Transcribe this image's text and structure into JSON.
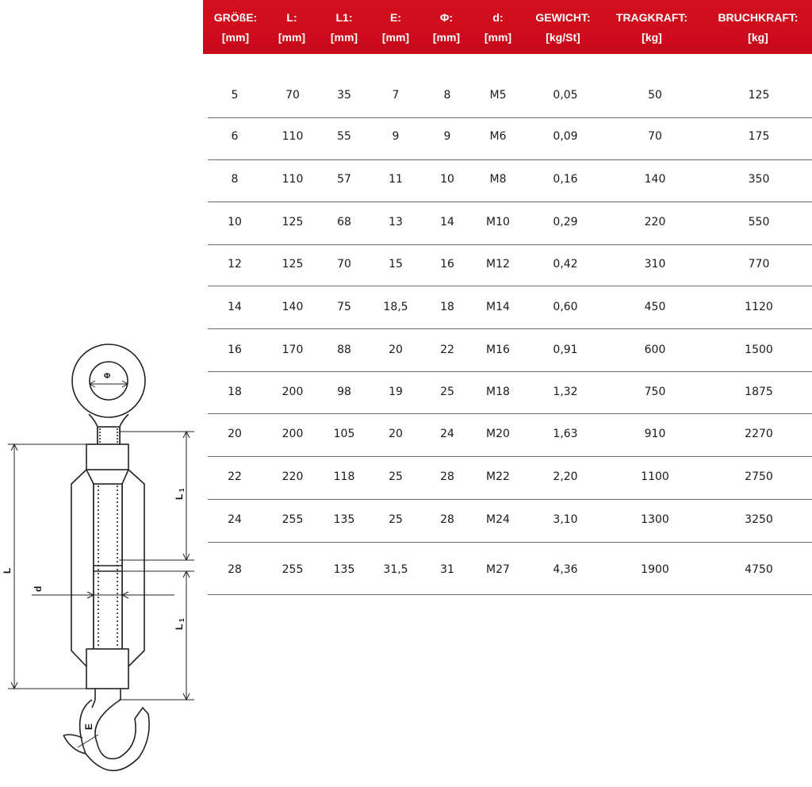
{
  "table": {
    "columns": [
      {
        "key": "groesse",
        "line1": "GRÖßE:",
        "line2": "[mm]"
      },
      {
        "key": "l",
        "line1": "L:",
        "line2": "[mm]"
      },
      {
        "key": "l1",
        "line1": "L1:",
        "line2": "[mm]"
      },
      {
        "key": "e",
        "line1": "E:",
        "line2": "[mm]"
      },
      {
        "key": "phi",
        "line1": "Φ:",
        "line2": "[mm]"
      },
      {
        "key": "d",
        "line1": "d:",
        "line2": "[mm]"
      },
      {
        "key": "gewicht",
        "line1": "GEWICHT:",
        "line2": "[kg/St]"
      },
      {
        "key": "tragkraft",
        "line1": "TRAGKRAFT:",
        "line2": "[kg]"
      },
      {
        "key": "bruchkraft",
        "line1": "BRUCHKRAFT:",
        "line2": "[kg]"
      }
    ],
    "rows": [
      [
        "5",
        "70",
        "35",
        "7",
        "8",
        "M5",
        "0,05",
        "50",
        "125"
      ],
      [
        "6",
        "110",
        "55",
        "9",
        "9",
        "M6",
        "0,09",
        "70",
        "175"
      ],
      [
        "8",
        "110",
        "57",
        "11",
        "10",
        "M8",
        "0,16",
        "140",
        "350"
      ],
      [
        "10",
        "125",
        "68",
        "13",
        "14",
        "M10",
        "0,29",
        "220",
        "550"
      ],
      [
        "12",
        "125",
        "70",
        "15",
        "16",
        "M12",
        "0,42",
        "310",
        "770"
      ],
      [
        "14",
        "140",
        "75",
        "18,5",
        "18",
        "M14",
        "0,60",
        "450",
        "1120"
      ],
      [
        "16",
        "170",
        "88",
        "20",
        "22",
        "M16",
        "0,91",
        "600",
        "1500"
      ],
      [
        "18",
        "200",
        "98",
        "19",
        "25",
        "M18",
        "1,32",
        "750",
        "1875"
      ],
      [
        "20",
        "200",
        "105",
        "20",
        "24",
        "M20",
        "1,63",
        "910",
        "2270"
      ],
      [
        "22",
        "220",
        "118",
        "25",
        "28",
        "M22",
        "2,20",
        "1100",
        "2750"
      ],
      [
        "24",
        "255",
        "135",
        "25",
        "28",
        "M24",
        "3,10",
        "1300",
        "3250"
      ],
      [
        "28",
        "255",
        "135",
        "31,5",
        "31",
        "M27",
        "4,36",
        "1900",
        "4750"
      ]
    ]
  },
  "drawing": {
    "labels": {
      "length": "L",
      "half_length": "L",
      "half_length_sub": "1",
      "thread": "d",
      "hook_opening": "E",
      "eye": "Φ"
    }
  },
  "colors": {
    "header_background": "#d0021b",
    "header_text": "#ffffff",
    "row_separator": "#6b6b6b",
    "drawing_stroke": "#222222"
  }
}
